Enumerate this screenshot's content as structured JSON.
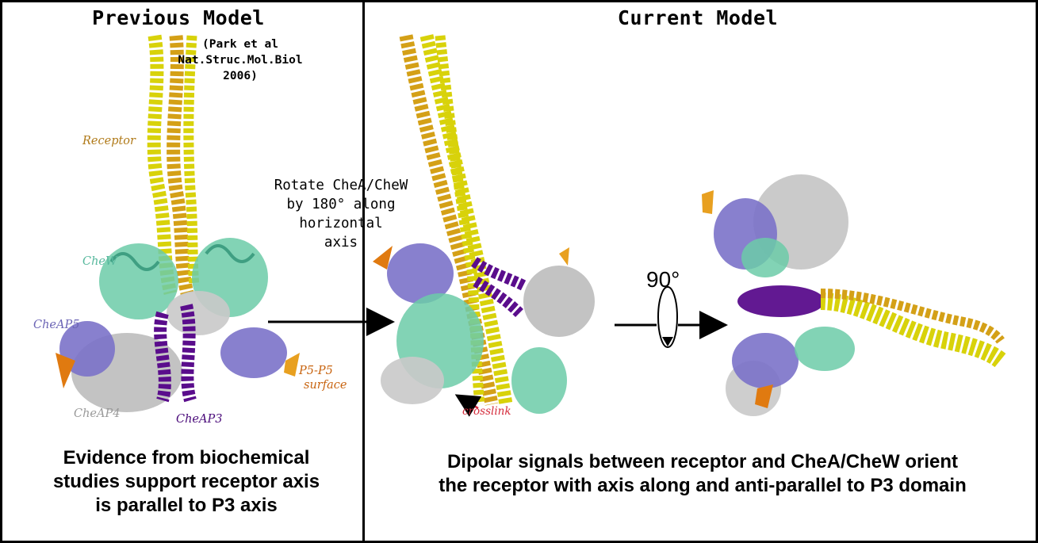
{
  "headings": {
    "left": "Previous Model",
    "right": "Current Model"
  },
  "citation": [
    "(Park et al",
    "Nat.Struc.Mol.Biol",
    "2006)"
  ],
  "rotate_note": [
    "Rotate CheA/CheW",
    "by 180° along",
    "horizontal",
    "axis"
  ],
  "labels": {
    "receptor": "Receptor",
    "chew": "CheW",
    "cheap5": "CheAP5",
    "p5_surface": [
      "P5-P5",
      "surface"
    ],
    "cheap4": "CheAP4",
    "cheap3": "CheAP3",
    "crosslink": "crosslink",
    "rotation": "90°"
  },
  "captions": {
    "left": [
      "Evidence from biochemical",
      "studies support receptor axis",
      "is parallel to P3 axis"
    ],
    "right": [
      "Dipolar signals between receptor and CheA/CheW orient",
      "the receptor with axis along and anti-parallel to P3 domain"
    ]
  },
  "colors": {
    "receptor_gold": "#d4a017",
    "receptor_yellow": "#d8d20a",
    "chew_teal": "#6ccba8",
    "cheap5_blue": "#7b72c9",
    "cheap3_purple": "#5a0d8c",
    "cheap4_gray": "#bdbdbd",
    "p5_orange": "#e07a10",
    "crosslink_red": "#d42a3a"
  }
}
